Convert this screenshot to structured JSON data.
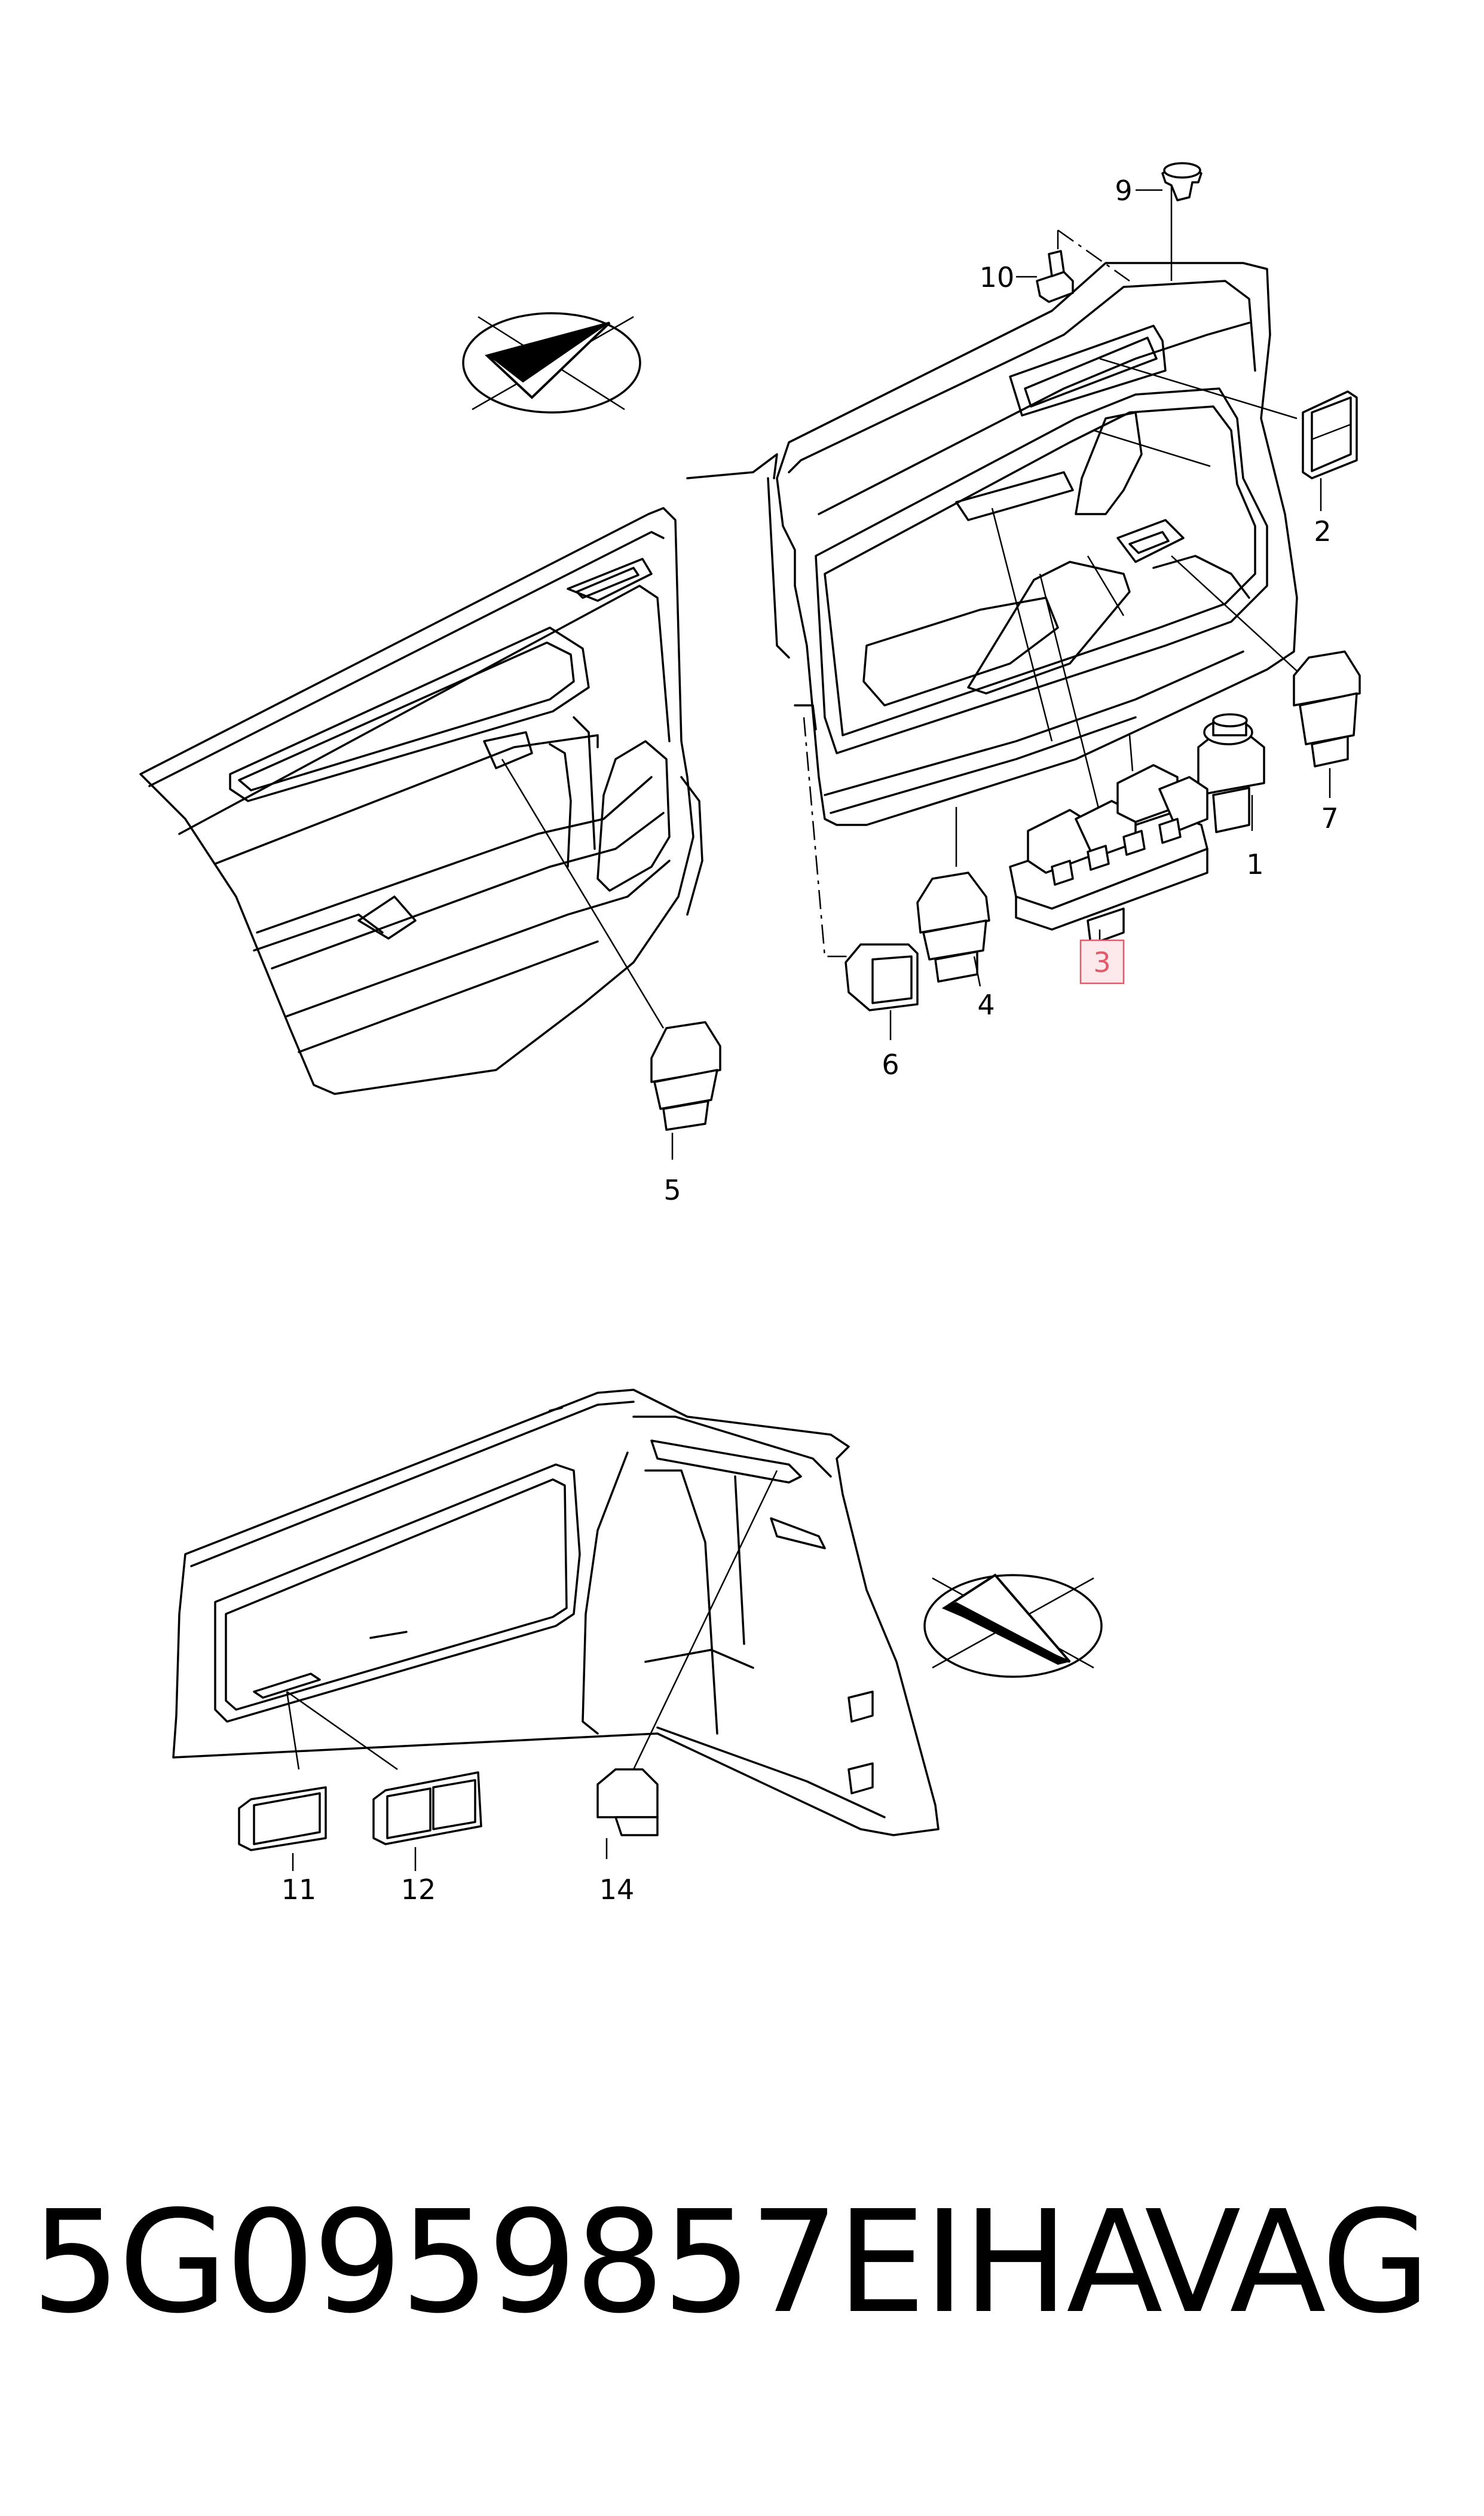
{
  "callouts": {
    "c1": "1",
    "c2": "2",
    "c3": "3",
    "c4": "4",
    "c5": "5",
    "c6": "6",
    "c7": "7",
    "c9": "9",
    "c10": "10",
    "c11": "11",
    "c12": "12",
    "c14": "14"
  },
  "highlighted_callout": "3",
  "highlight_color": "#e05a6a",
  "footer": {
    "part_number": "5G0959857EIHA",
    "brand": "VAG"
  }
}
